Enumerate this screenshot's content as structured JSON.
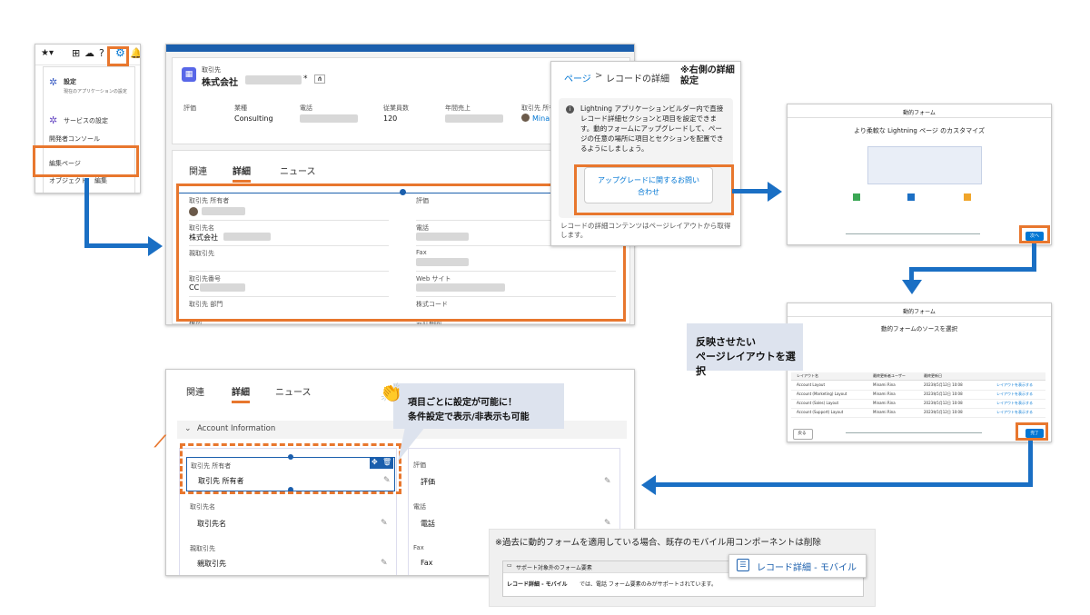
{
  "menu": {
    "items": [
      "設定",
      "現在のアプリケーションの設定",
      "サービスの設定",
      "開発者コンソール",
      "編集ページ",
      "オブジェクト",
      "編集"
    ]
  },
  "record": {
    "object_label": "取引先",
    "name": "株式会社",
    "name_suffix": "* ",
    "header_fields": [
      {
        "label": "評価",
        "value": ""
      },
      {
        "label": "業種",
        "value": "Consulting"
      },
      {
        "label": "電話",
        "value": ""
      },
      {
        "label": "従業員数",
        "value": "120"
      },
      {
        "label": "年間売上",
        "value": ""
      },
      {
        "label": "取引先 所有者",
        "value": "Mina"
      }
    ],
    "tabs": [
      "関連",
      "詳細",
      "ニュース"
    ],
    "left_fields": [
      "取引先 所有者",
      "取引先名",
      "親取引先",
      "取引先番号",
      "取引先 部門",
      "種別"
    ],
    "left_values": [
      "",
      "株式会社",
      "",
      "CC",
      "",
      ""
    ],
    "right_fields": [
      "評価",
      "電話",
      "Fax",
      "Web サイト",
      "株式コード",
      "会計期間"
    ]
  },
  "panel": {
    "breadcrumb_page": "ページ",
    "breadcrumb_sep": ">",
    "breadcrumb_detail": "レコードの詳細",
    "note": "※右側の詳細設定",
    "info": "Lightning アプリケーションビルダー内で直接レコード詳細セクションと項目を設定できます。動的フォームにアップグレードして、ページの任意の場所に項目とセクションを配置できるようにしましょう。",
    "button": "アップグレードに関するお問い合わせ",
    "footer": "レコードの詳細コンテンツはページレイアウトから取得します。"
  },
  "wizard1": {
    "title": "動的フォーム",
    "heading": "より柔軟な Lightning ページ のカスタマイズ",
    "next": "次へ"
  },
  "wizard2": {
    "title": "動的フォーム",
    "heading": "動的フォームのソースを選択",
    "columns": [
      "レイアウト名",
      "最終更新者ユーザー",
      "最終更新日",
      ""
    ],
    "rows": [
      [
        "Account Layout",
        "Minami Rina",
        "2023年5月12日 10:08",
        "レイアウトを表示する"
      ],
      [
        "Account (Marketing) Layout",
        "Minami Rina",
        "2023年5月12日 10:08",
        "レイアウトを表示する"
      ],
      [
        "Account (Sales) Layout",
        "Minami Rina",
        "2023年5月12日 10:08",
        "レイアウトを表示する"
      ],
      [
        "Account (Support) Layout",
        "Minami Rina",
        "2023年5月12日 10:08",
        "レイアウトを表示する"
      ]
    ],
    "back": "戻る",
    "done": "完了"
  },
  "callout_layout": {
    "line1": "反映させたい",
    "line2": "ページレイアウトを選択"
  },
  "result": {
    "tabs": [
      "関連",
      "詳細",
      "ニュース"
    ],
    "section": "Account Information",
    "owner_label": "取引先 所有者",
    "owner_value": "取引先 所有者",
    "rating_label": "評価",
    "rating_value": "評価",
    "name_label": "取引先名",
    "name_value": "取引先名",
    "phone_label": "電話",
    "phone_value": "電話",
    "parent_label": "親取引先",
    "parent_value": "親取引先",
    "fax_label": "Fax",
    "fax_value": "Fax"
  },
  "callout_fields": {
    "emoji": "👏",
    "line1": "項目ごとに設定が可能に！",
    "line2": "条件設定で表示/非表示も可能"
  },
  "mobile_note": {
    "text": "※過去に動的フォームを適用している場合、既存のモバイル用コンポーネントは削除",
    "header": "サポート対象外のフォーム要素",
    "body_bold": "レコード詳細 - モバイル",
    "body": "では、電話 フォーム要素のみがサポートされています。",
    "chip": "レコード詳細 - モバイル"
  },
  "colors": {
    "accent_orange": "#e8772e",
    "arrow_blue": "#1a6fc4",
    "callout_bg": "#dde3ee",
    "salesforce_blue": "#0176d3"
  }
}
